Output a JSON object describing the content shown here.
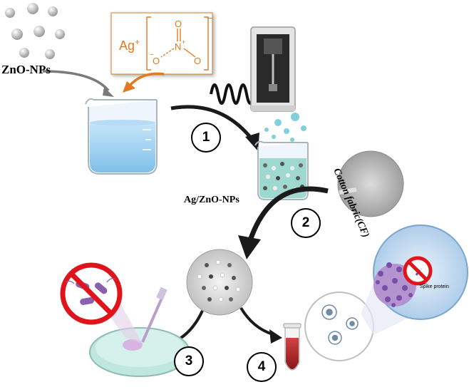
{
  "labels": {
    "zno_nps": "ZnO-NPs",
    "ag_zno_nps": "Ag/ZnO-NPs",
    "cotton_fabric": "Cotton fabric(CF)",
    "spike_protein": "Spike protein",
    "ag_ion": "Ag",
    "ag_charge": "+",
    "nitrate_n": "N",
    "nitrate_o_top": "O",
    "nitrate_o_left": "O",
    "nitrate_o_right": "O",
    "nitrate_plus": "+",
    "nitrate_minus_left": "−",
    "nitrate_charge": "−"
  },
  "steps": [
    "1",
    "2",
    "3",
    "4"
  ],
  "colors": {
    "orange": "#e07b1f",
    "arrow": "#1a1a1a",
    "liquid": "#9fd0f0",
    "blood": "#b52a2a",
    "prohibit": "#e0141b",
    "bacteria": "#8a5fb0",
    "petri": "#bfe6df"
  }
}
